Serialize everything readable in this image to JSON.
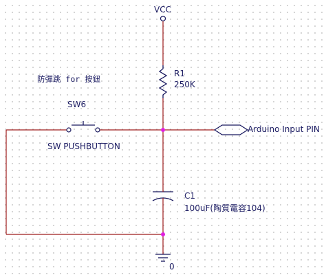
{
  "title": "防彈跳 for 按鈕",
  "power": {
    "label": "VCC"
  },
  "resistor": {
    "ref": "R1",
    "value": "250K"
  },
  "switch": {
    "ref": "SW6",
    "value": "SW PUSHBUTTON"
  },
  "offpage": {
    "label": "Arduino Input PIN"
  },
  "capacitor": {
    "ref": "C1",
    "value": "100uF(陶質電容104)"
  },
  "ground": {
    "label": "0"
  },
  "colors": {
    "wire": "#9e1c1c",
    "part": "#17175e",
    "junction": "#e020e0",
    "text": "#1e1e64"
  }
}
